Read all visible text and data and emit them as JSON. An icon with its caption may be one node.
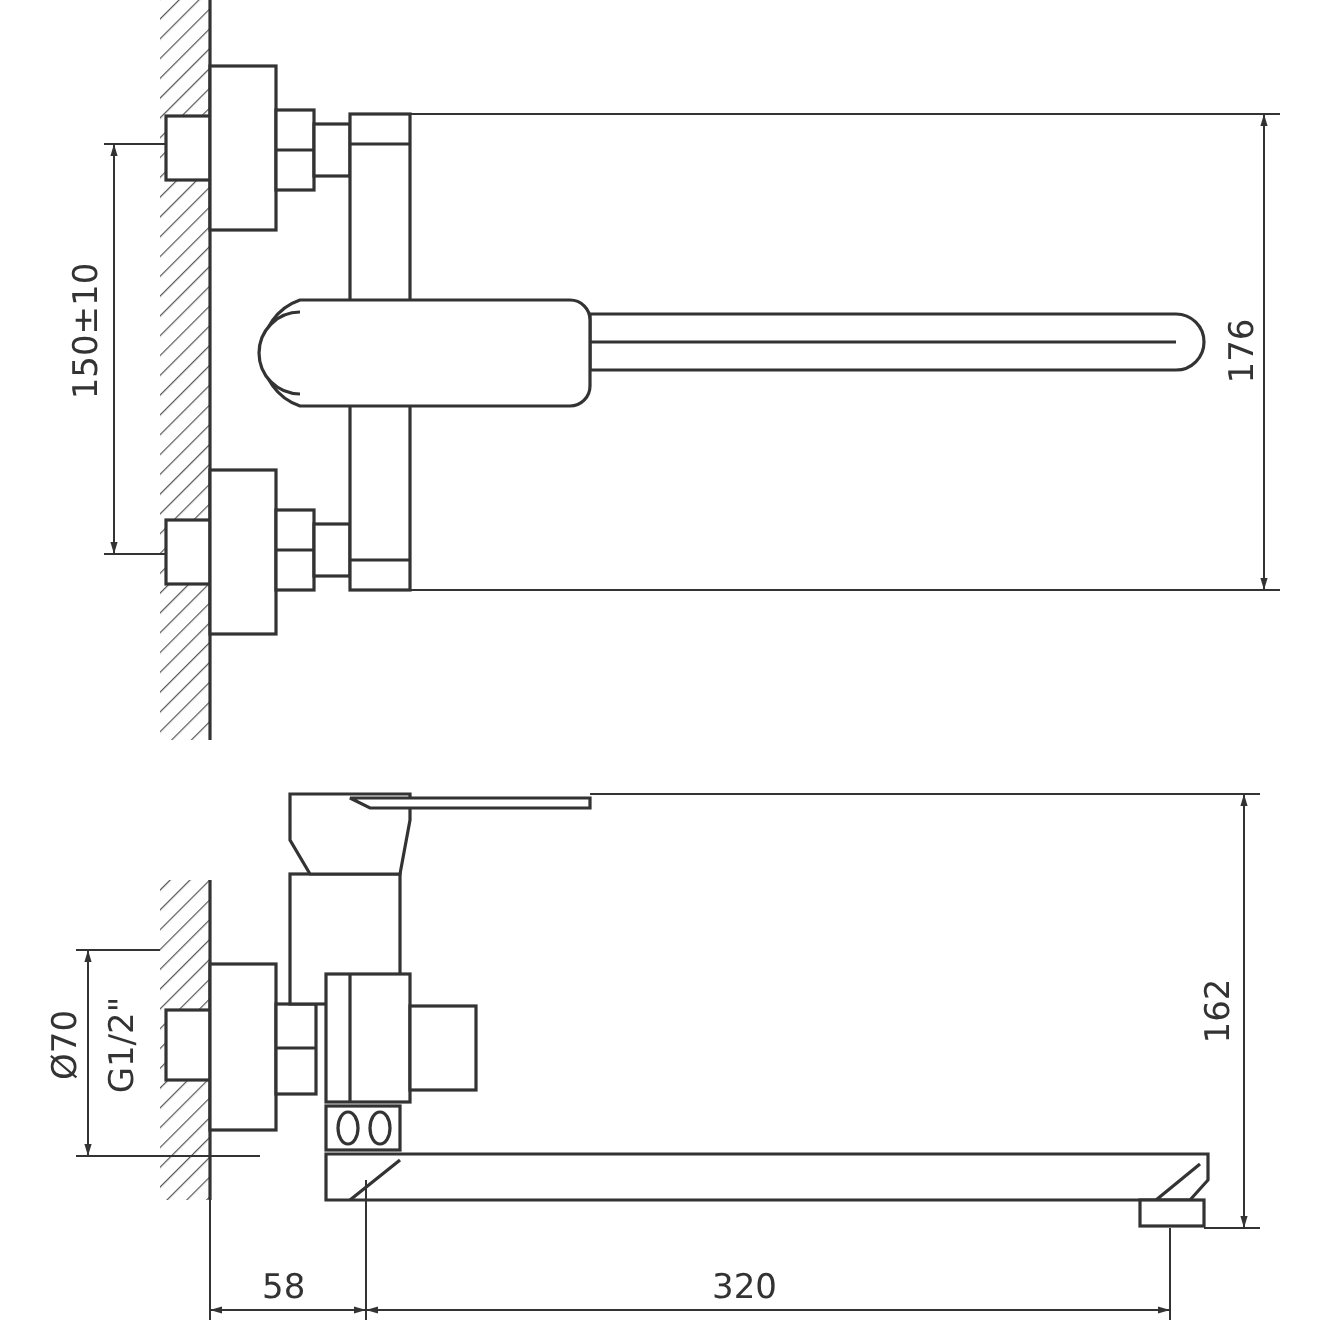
{
  "diagram": {
    "labels": [
      "150±10",
      "176",
      "Ø70",
      "G1/2\"",
      "162",
      "58",
      "320"
    ]
  }
}
